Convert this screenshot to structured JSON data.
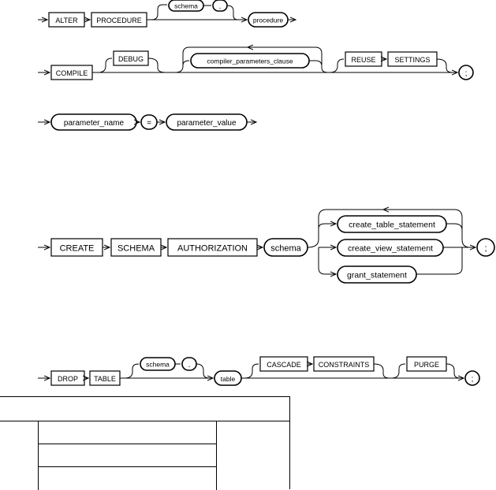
{
  "diagrams": {
    "alter_procedure": {
      "alter": "ALTER",
      "procedure_kw": "PROCEDURE",
      "schema": "schema",
      "dot": ".",
      "procedure": "procedure"
    },
    "compile": {
      "compile": "COMPILE",
      "debug": "DEBUG",
      "clause": "compiler_parameters_clause",
      "reuse": "REUSE",
      "settings": "SETTINGS",
      "semicolon": ";"
    },
    "param": {
      "name": "parameter_name",
      "equals": "=",
      "value": "parameter_value"
    },
    "create_schema": {
      "create": "CREATE",
      "schema_kw": "SCHEMA",
      "authorization": "AUTHORIZATION",
      "schema": "schema",
      "table_stmt": "create_table_statement",
      "view_stmt": "create_view_statement",
      "grant_stmt": "grant_statement",
      "semicolon": ";"
    },
    "drop_table": {
      "drop": "DROP",
      "table_kw": "TABLE",
      "schema": "schema",
      "dot": ".",
      "table": "table",
      "cascade": "CASCADE",
      "constraints": "CONSTRAINTS",
      "purge": "PURGE",
      "semicolon": ";"
    }
  }
}
